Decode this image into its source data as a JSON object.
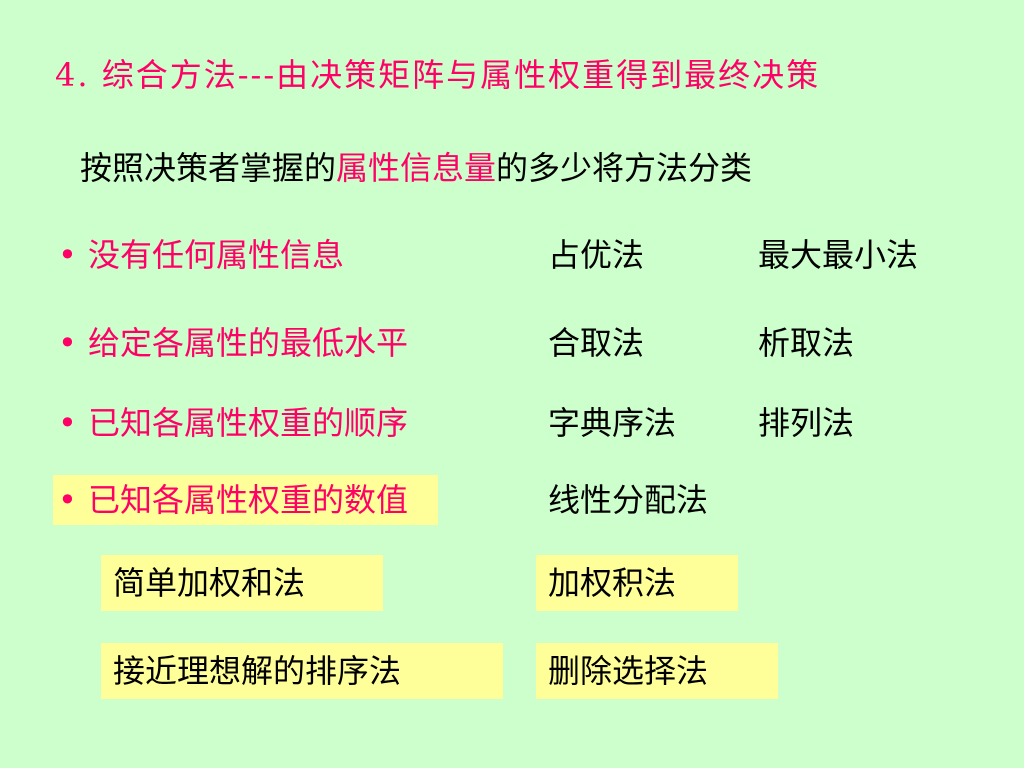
{
  "slide": {
    "title": "4. 综合方法---由决策矩阵与属性权重得到最终决策",
    "subtitle": {
      "before": "按照决策者掌握的",
      "highlight": "属性信息量",
      "after": "的多少将方法分类"
    },
    "bullet_char": "•",
    "rows": [
      {
        "label": "没有任何属性信息",
        "methods": [
          "占优法",
          "最大最小法"
        ]
      },
      {
        "label": "给定各属性的最低水平",
        "methods": [
          "合取法",
          "析取法"
        ]
      },
      {
        "label": "已知各属性权重的顺序",
        "methods": [
          "字典序法",
          "排列法"
        ]
      },
      {
        "label": "已知各属性权重的数值",
        "methods": [
          "线性分配法",
          ""
        ]
      }
    ],
    "boxes": [
      {
        "label": "简单加权和法"
      },
      {
        "label": "加权积法"
      },
      {
        "label": "接近理想解的排序法"
      },
      {
        "label": "删除选择法"
      }
    ]
  },
  "colors": {
    "background": "#ccffcc",
    "accent": "#ff0066",
    "highlight_box": "#ffff99",
    "text": "#000000"
  }
}
